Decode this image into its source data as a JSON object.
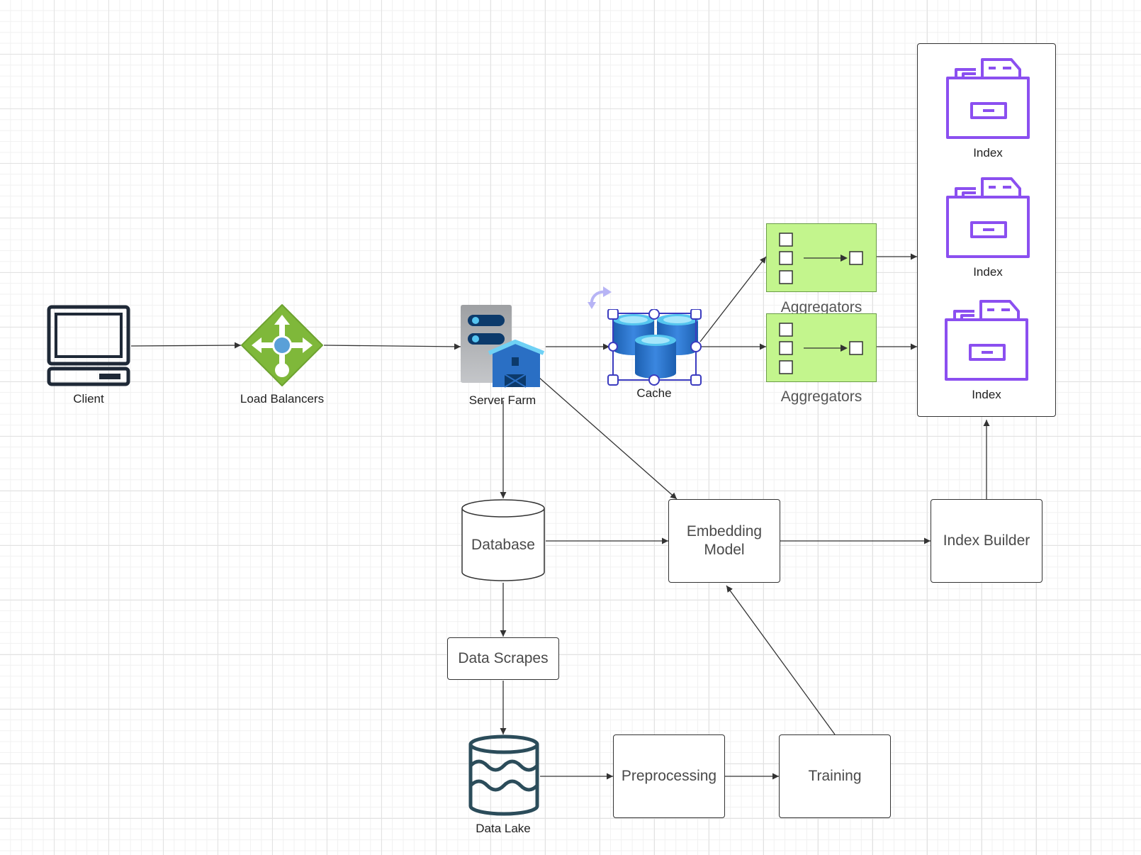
{
  "nodes": {
    "client": "Client",
    "load_balancers": "Load Balancers",
    "server_farm": "Server Farm",
    "cache": "Cache",
    "aggregators": [
      "Aggregators",
      "Aggregators"
    ],
    "indexes": [
      "Index",
      "Index",
      "Index"
    ],
    "database": "Database",
    "embedding_model": "Embedding\nModel",
    "index_builder": "Index Builder",
    "data_scrapes": "Data Scrapes",
    "data_lake": "Data Lake",
    "preprocessing": "Preprocessing",
    "training": "Training"
  },
  "colors": {
    "aggregator_fill": "#c3f58d",
    "index_icon": "#8b4ff0",
    "load_balancer": "#7fb83a",
    "cache": "#2f73c9",
    "selection": "#3b3bbf",
    "connector": "#333333"
  },
  "icons": {
    "client": "monitor-icon",
    "load_balancers": "load-balancer-icon",
    "server_farm": "server-farm-icon",
    "cache": "cache-icon",
    "index": "archive-icon",
    "data_lake": "data-lake-icon",
    "rotate": "rotate-handle-icon"
  }
}
